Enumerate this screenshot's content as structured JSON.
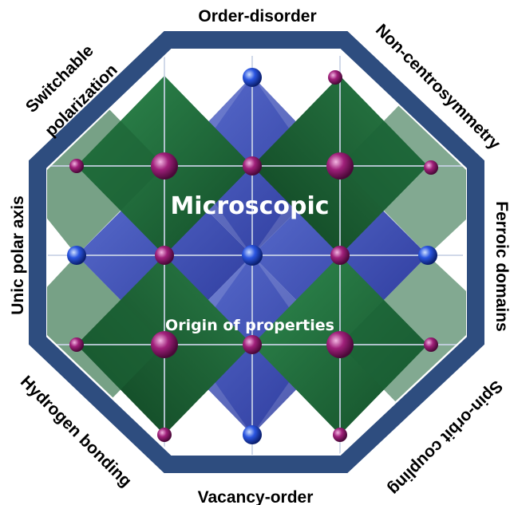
{
  "center": {
    "title": "Microscopic",
    "subtitle": "Origin of properties"
  },
  "edges": {
    "top": "Order-disorder",
    "top_right": "Non-centrosymmetry",
    "right": "Ferroic domains",
    "bottom_right": "Spin-orbit coupling",
    "bottom": "Vacancy-order",
    "bottom_left": "Hydrogen bonding",
    "left": "Unic polar axis",
    "top_left_line1": "Switchable",
    "top_left_line2": "polarization"
  },
  "colors": {
    "frame": "#2e4d7f",
    "green_octahedra": "#1f6b3a",
    "blue_octahedra": "#3f4fb8",
    "magenta_atoms": "#a0207a",
    "blue_atoms": "#2a55e0"
  }
}
